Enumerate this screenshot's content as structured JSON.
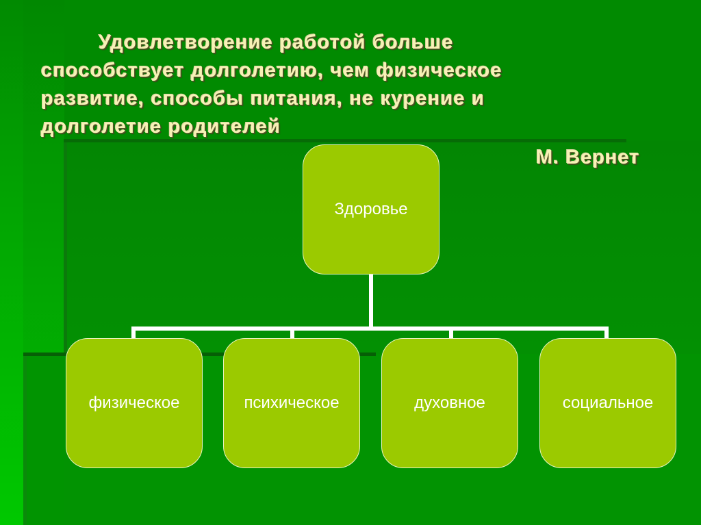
{
  "slide": {
    "quote_lines": [
      "Удовлетворение работой больше",
      "способствует долголетию, чем физическое",
      "развитие, способы питания, не курение и",
      "долголетие родителей"
    ],
    "author": "М. Вернет"
  },
  "diagram": {
    "root": {
      "label": "Здоровье"
    },
    "children": [
      {
        "label": "физическое"
      },
      {
        "label": "психическое"
      },
      {
        "label": "духовное"
      },
      {
        "label": "социальное"
      }
    ]
  },
  "colors": {
    "background": "#018a01",
    "node_fill": "#9bca00",
    "node_border": "#e8f3c0",
    "node_text": "#ffffff",
    "connector": "#ffffff",
    "title_text": "#f7f2b6"
  }
}
